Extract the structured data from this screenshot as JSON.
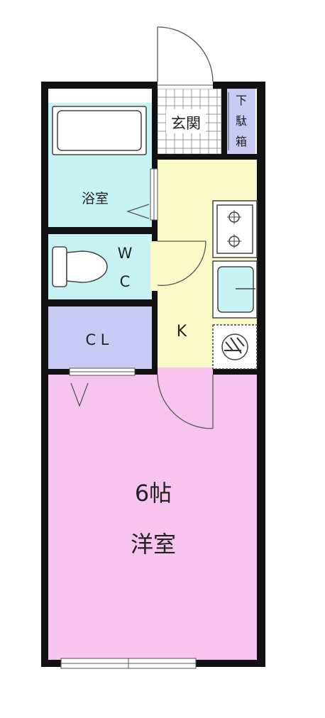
{
  "rooms": {
    "entrance": "玄関",
    "shoe_box": [
      "下",
      "駄",
      "箱"
    ],
    "bath": "浴室",
    "toilet": [
      "W",
      "C"
    ],
    "closet": "C L",
    "kitchen": "K",
    "western_size": "6帖",
    "western": "洋室"
  },
  "colors": {
    "wall": "#111111",
    "bath": "#c8f3f5",
    "toilet": "#c8f3f5",
    "closet": "#c9caf3",
    "kitchen": "#fafac8",
    "western": "#f7c4ef",
    "shoe_box": "#c9caf3",
    "entrance_tile_line": "#9a9a9a",
    "fixture_stroke": "#555555"
  },
  "icons": [
    "bathtub-icon",
    "toilet-icon",
    "stove-icon",
    "sink-icon",
    "washer-icon",
    "door-swing-icon",
    "window-icon"
  ]
}
